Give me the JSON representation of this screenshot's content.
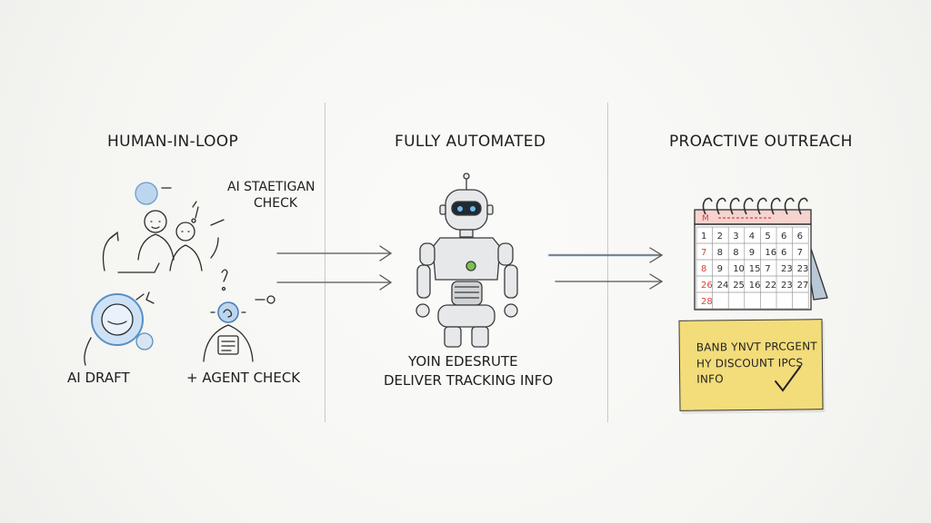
{
  "columns": [
    {
      "title": "HUMAN-IN-LOOP",
      "labels": {
        "ai_strategy": "AI STAETIGAN",
        "check": "CHECK",
        "ai_draft": "AI DRAFT",
        "agent_check": "+ AGENT CHECK"
      }
    },
    {
      "title": "FULLY AUTOMATED",
      "caption_line1": "YOIN EDESRUTE",
      "caption_line2": "DELIVER TRACKING INFO"
    },
    {
      "title": "PROACTIVE OUTREACH",
      "calendar_header": "M",
      "note_line1": "BANB YNVT PRCGENT",
      "note_line2": "HY DISCOUNT IPCS",
      "note_line3": "INFO",
      "calendar_days": [
        "1",
        "2",
        "3",
        "4",
        "5",
        "6",
        "6",
        "7",
        "8",
        "8",
        "9",
        "16",
        "6",
        "7",
        "8",
        "9",
        "10",
        "15",
        "7",
        "23",
        "23",
        "26",
        "24",
        "25",
        "16",
        "22",
        "23",
        "27",
        "28"
      ]
    }
  ],
  "colors": {
    "accent_blue": "#7aa9d6",
    "calendar_red": "#d8443a",
    "note_yellow": "#f3dc7a",
    "robot_green": "#7cc24a"
  },
  "icons": [
    "human-in-loop-sketch-icon",
    "robot-icon",
    "calendar-icon",
    "checkmark-icon",
    "arrow-icon"
  ]
}
